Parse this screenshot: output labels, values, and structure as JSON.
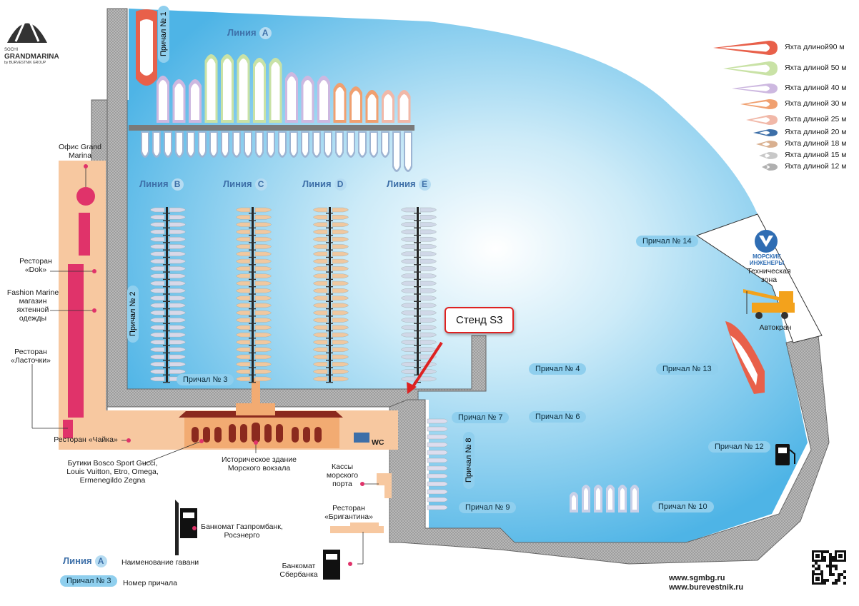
{
  "logo": {
    "top": "SOCHI",
    "name": "GRANDMARINA",
    "sub": "by BURVESTNIK GROUP"
  },
  "lines": [
    {
      "name": "Линия",
      "letter": "A"
    },
    {
      "name": "Линия",
      "letter": "B"
    },
    {
      "name": "Линия",
      "letter": "C"
    },
    {
      "name": "Линия",
      "letter": "D"
    },
    {
      "name": "Линия",
      "letter": "E"
    }
  ],
  "berths": {
    "b1": "Причал № 1",
    "b2": "Причал № 2",
    "b3": "Причал № 3",
    "b4": "Причал № 4",
    "b6": "Причал № 6",
    "b7": "Причал № 7",
    "b8": "Причал № 8",
    "b9": "Причал № 9",
    "b10": "Причал № 10",
    "b12": "Причал № 12",
    "b13": "Причал № 13",
    "b14": "Причал № 14"
  },
  "callout": "Стенд S3",
  "poi": {
    "office": "Офис Grand Marina",
    "dok": "Ресторан «Dok»",
    "fashion": "Fashion Marine магазин яхтенной одежды",
    "lastochki": "Ресторан «Ласточки»",
    "chaika": "Ресторан «Чайка»",
    "boutiques": "Бутики Bosco Sport Gucci, Louis Vuitton, Etro, Omega, Ermenegildo Zegna",
    "historic": "Историческое здание Морского вокзала",
    "wc": "WC",
    "kassy": "Кассы морского порта",
    "brigantina": "Ресторан «Бригантина»",
    "atm1": "Банкомат Газпромбанк, Росэнерго",
    "atm2": "Банкомат Сбербанка",
    "eng_logo": "МОРСКИЕ ИНЖЕНЕРЫ",
    "techzone": "Техническая зона",
    "crane": "Автокран"
  },
  "legend": {
    "line_name": "Линия",
    "line_letter": "A",
    "line_desc": "Наименование гавани",
    "berth_name": "Причал № 3",
    "berth_desc": "Номер причала"
  },
  "yacht_legend": [
    {
      "label": "Яхта длиной90 м",
      "color": "#e8604a"
    },
    {
      "label": "Яхта длиной 50 м",
      "color": "#c9e2a6"
    },
    {
      "label": "Яхта длиной 40 м",
      "color": "#cdb8e0"
    },
    {
      "label": "Яхта длиной 30 м",
      "color": "#f0a070"
    },
    {
      "label": "Яхта длиной 25 м",
      "color": "#f1b8a8"
    },
    {
      "label": "Яхта длиной 20 м",
      "color": "#3d6fa8"
    },
    {
      "label": "Яхта длиной 18 м",
      "color": "#d9b090"
    },
    {
      "label": "Яхта длиной 15 м",
      "color": "#c8c8c8"
    },
    {
      "label": "Яхта длиной 12 м",
      "color": "#b0b0b0"
    }
  ],
  "urls": [
    "www.sgmbg.ru",
    "www.burevestnik.ru"
  ],
  "colors": {
    "water": "#6fc0ea",
    "pier": "#9a9a9a",
    "building": "#f2ab72",
    "roof": "#8b2a1e",
    "promenade": "#f7c8a0",
    "accent": "#e0336a"
  }
}
